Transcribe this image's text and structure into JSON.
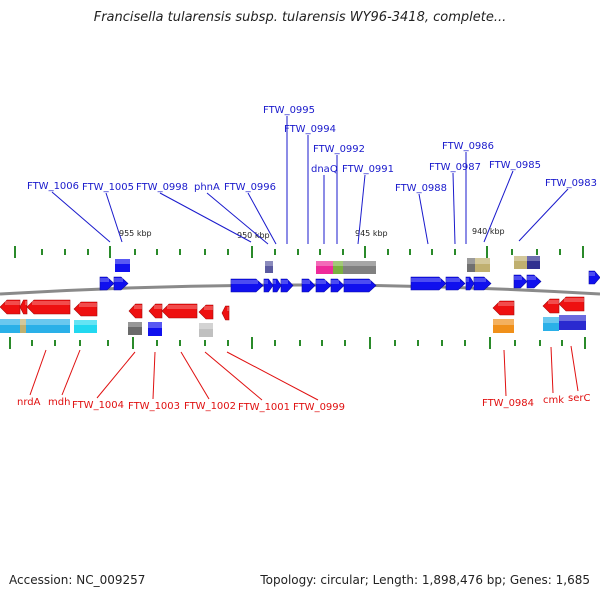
{
  "title": "Francisella tularensis subsp. tularensis WY96-3418, complete...",
  "footer": {
    "accession": "Accession: NC_009257",
    "topology": "Topology: circular; Length: 1,898,476 bp; Genes: 1,685"
  },
  "scale_labels": [
    "955 kbp",
    "950 kbp",
    "945 kbp",
    "940 kbp"
  ],
  "colors": {
    "forward_label": "#1a1acc",
    "reverse_label": "#e01010",
    "forward_gene": "#1010ee",
    "reverse_gene": "#ee1010",
    "tick": "#2a8a2a",
    "backbone": "#888888"
  },
  "forward_labels": [
    "FTW_1006",
    "FTW_1005",
    "FTW_0998",
    "phnA",
    "FTW_0996",
    "FTW_0995",
    "FTW_0994",
    "FTW_0992",
    "dnaQ",
    "FTW_0991",
    "FTW_0988",
    "FTW_0987",
    "FTW_0986",
    "FTW_0985",
    "FTW_0983"
  ],
  "reverse_labels": [
    "nrdA",
    "mdh",
    "FTW_1004",
    "FTW_1003",
    "FTW_1002",
    "FTW_1001",
    "FTW_0999",
    "FTW_0984",
    "cmk",
    "serC"
  ]
}
